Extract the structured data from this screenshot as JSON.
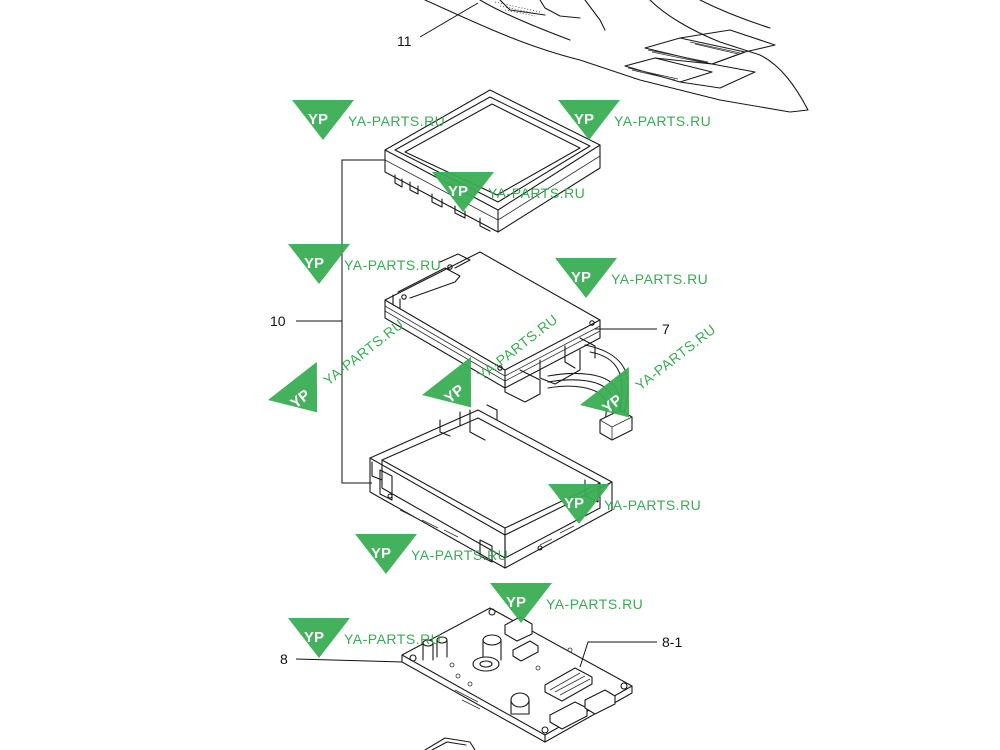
{
  "callouts": {
    "c11": "11",
    "c10": "10",
    "c7": "7",
    "c8": "8",
    "c8_1": "8-1"
  },
  "watermark": {
    "monogram": "YP",
    "text": "YA-PARTS.RU",
    "color": "#2fa84a"
  }
}
